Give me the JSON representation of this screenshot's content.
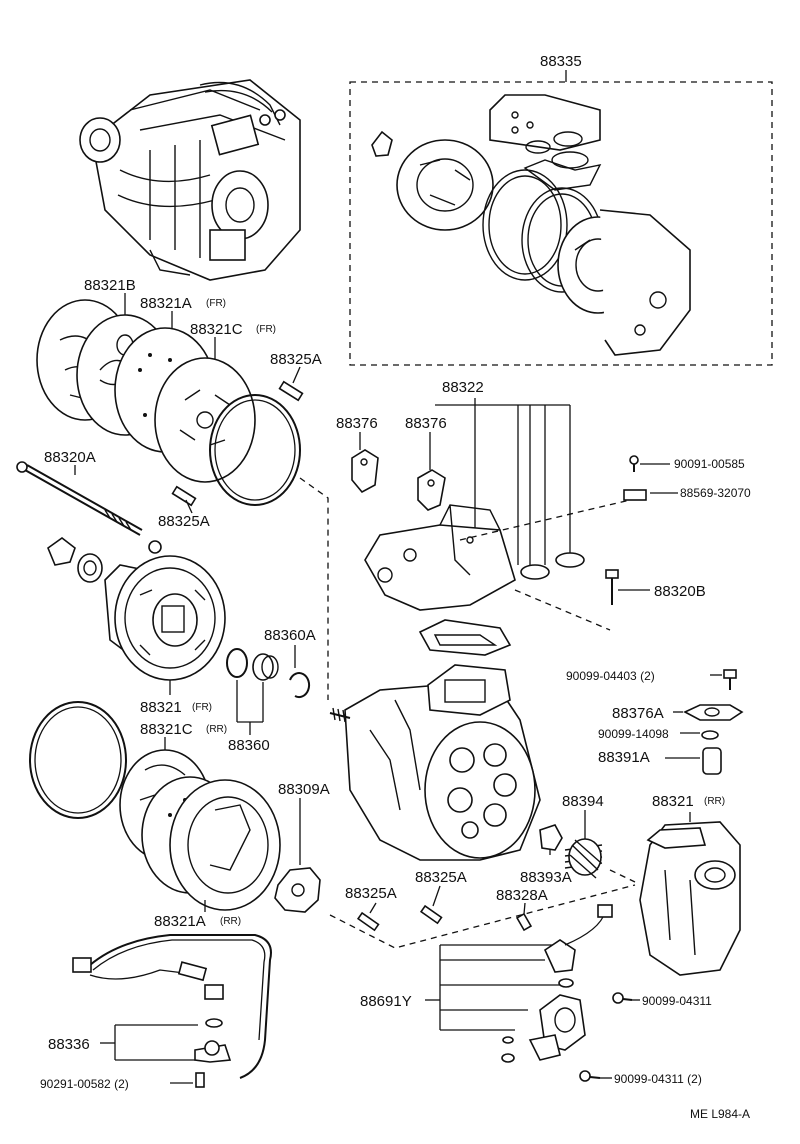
{
  "labels": {
    "p88335": "88335",
    "p88321b": "88321B",
    "p88321a_fr": "88321A",
    "p88321a_fr_note": "(FR)",
    "p88321c_fr": "88321C",
    "p88321c_fr_note": "(FR)",
    "p88325a_top": "88325A",
    "p88322": "88322",
    "p88376_a": "88376",
    "p88376_b": "88376",
    "p90091": "90091-00585",
    "p88569": "88569-32070",
    "p88320a": "88320A",
    "p88325a_mid": "88325A",
    "p88320b": "88320B",
    "p88360a": "88360A",
    "p90099_04403": "90099-04403 (2)",
    "p88376a": "88376A",
    "p90099_14098": "90099-14098",
    "p88391a": "88391A",
    "p88321_fr": "88321",
    "p88321_fr_note": "(FR)",
    "p88321c_rr": "88321C",
    "p88321c_rr_note": "(RR)",
    "p88360": "88360",
    "p88309a": "88309A",
    "p88394": "88394",
    "p88321_rr": "88321",
    "p88321_rr_note": "(RR)",
    "p88393a": "88393A",
    "p88325a_l": "88325A",
    "p88325a_r": "88325A",
    "p88328a": "88328A",
    "p88321a_rr": "88321A",
    "p88321a_rr_note": "(RR)",
    "p88691y": "88691Y",
    "p90099_04311_a": "90099-04311",
    "p88336": "88336",
    "p90099_04311_b": "90099-04311 (2)",
    "p90291": "90291-00582 (2)",
    "ref": "ME  L984-A"
  }
}
